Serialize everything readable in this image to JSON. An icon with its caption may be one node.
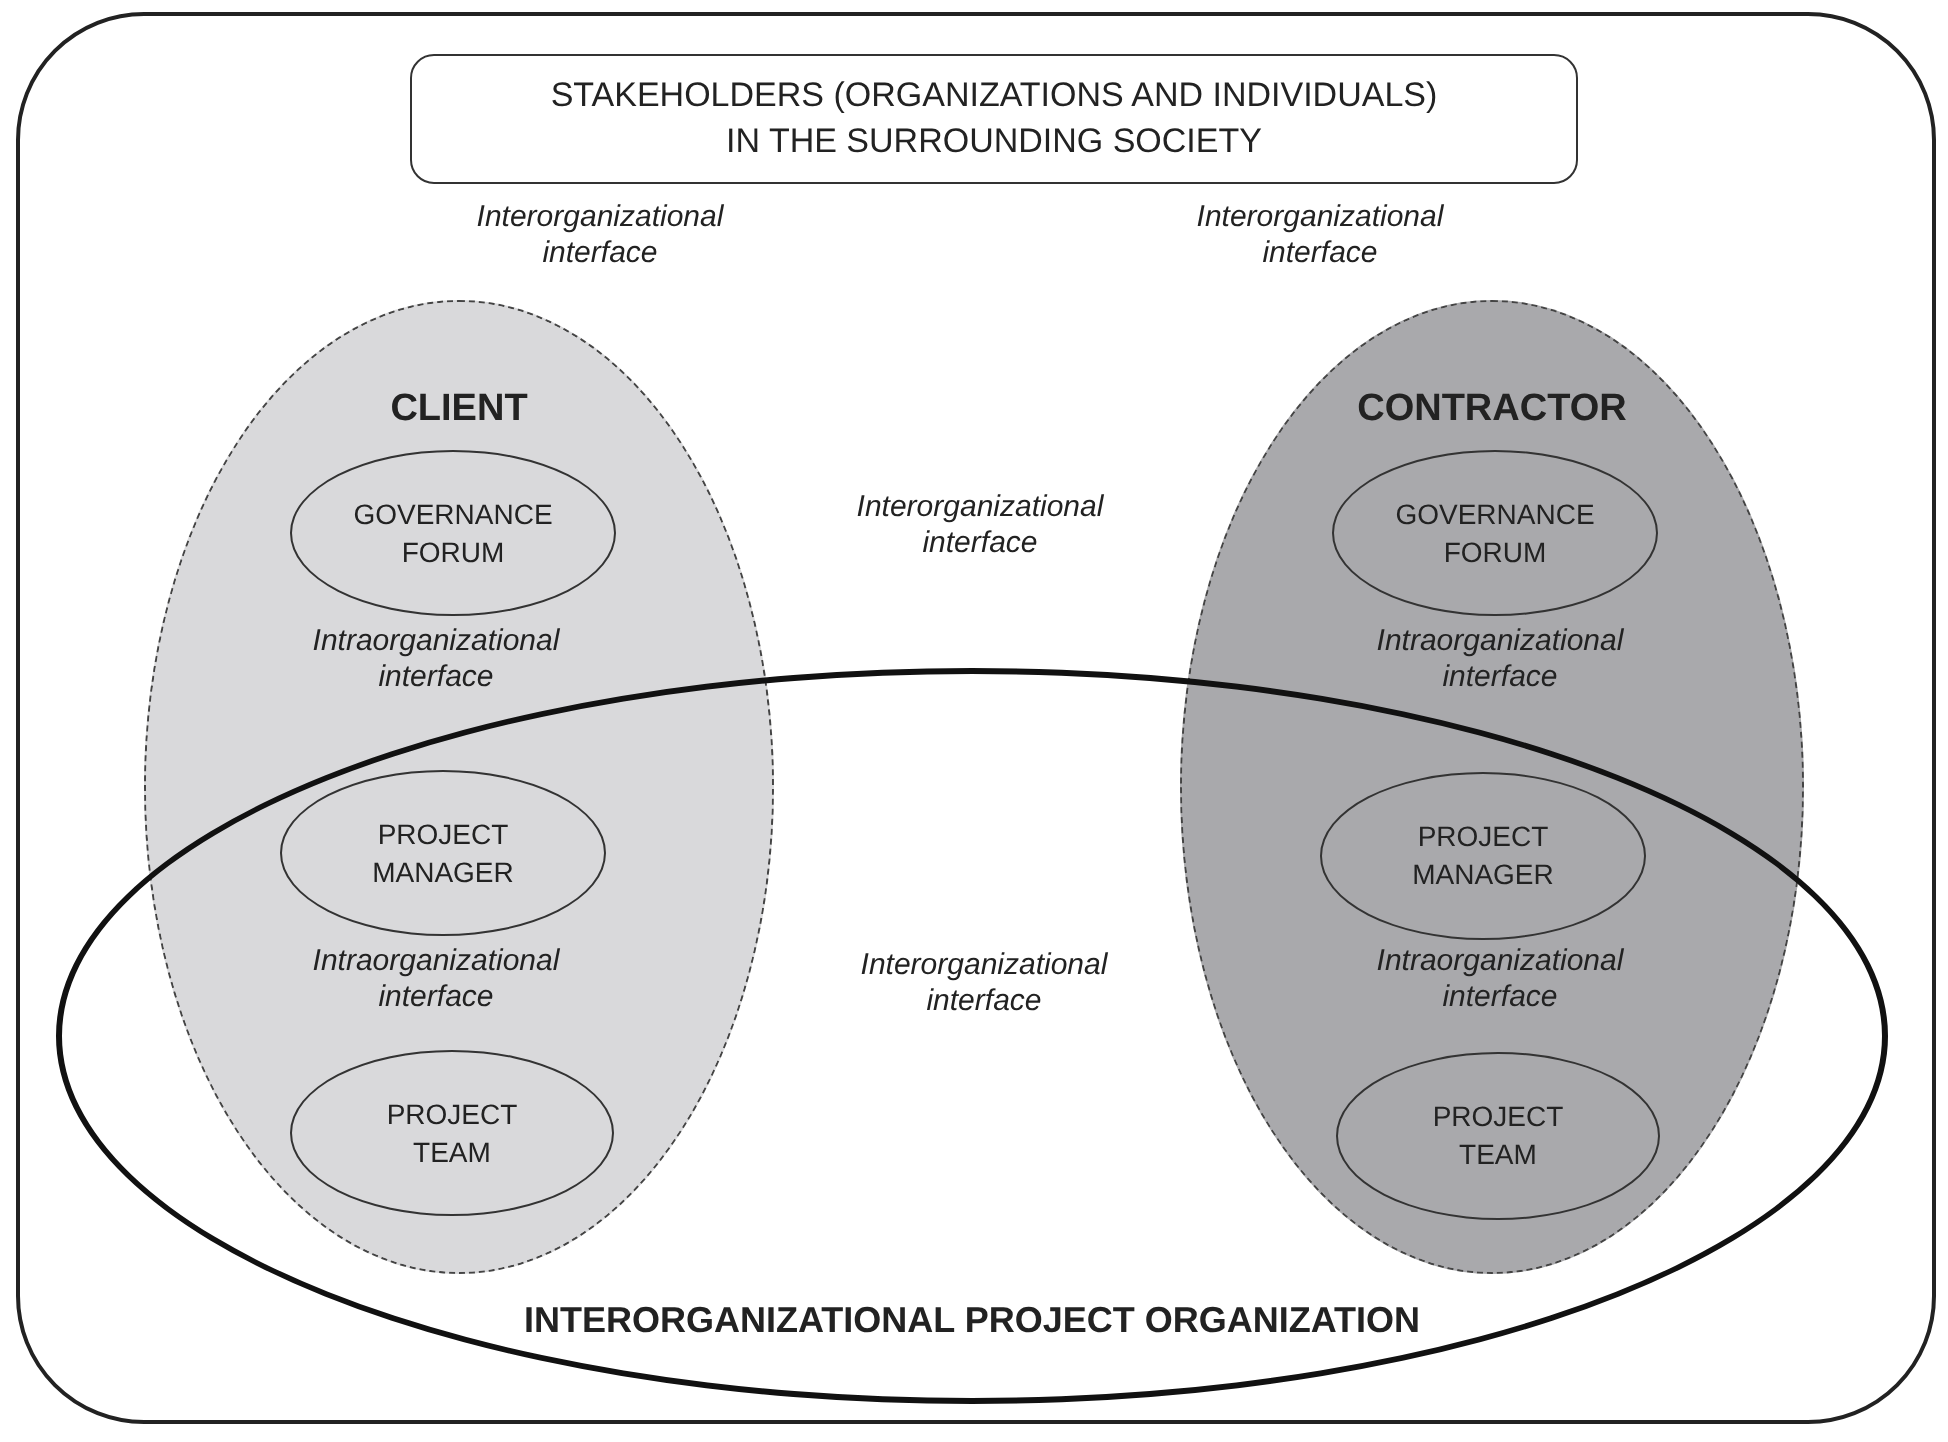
{
  "diagram": {
    "nodes": [
      {
        "text": [],
        "shape": "box"
      },
      {
        "text": [
          "STAKEHOLDERS (ORGANIZATIONS AND INDIVIDUALS) IN THE SURROUNDING SOCIETY"
        ],
        "in": 0
      },
      {
        "text": [
          "CLIENT"
        ],
        "in": 0
      },
      {
        "text": [
          "GOVERNANCE FORUM"
        ],
        "in": 2
      },
      {
        "text": [
          "PROJECT MANAGER"
        ]
      },
      {
        "text": [
          "PROJECT TEAM"
        ]
      },
      {
        "text": [
          "CONTRACTOR"
        ],
        "in": 0
      },
      {
        "text": [
          "GOVERNANCE FORUM"
        ],
        "in": 6
      },
      {
        "text": [
          "PROJECT MANAGER"
        ]
      },
      {
        "text": [
          "PROJECT TEAM"
        ]
      },
      {
        "text": [
          "INTERORGANIZATIONAL PROJECT ORGANIZATION"
        ],
        "in": 0
      }
    ],
    "labels": [
      "Interorganizational interface",
      "Interorganizational interface",
      "Interorganizational interface",
      "Intraorganizational interface",
      "Intraorganizational interface",
      "Intraorganizational interface",
      "Interorganizational interface",
      "Intraorganizational interface"
    ]
  }
}
